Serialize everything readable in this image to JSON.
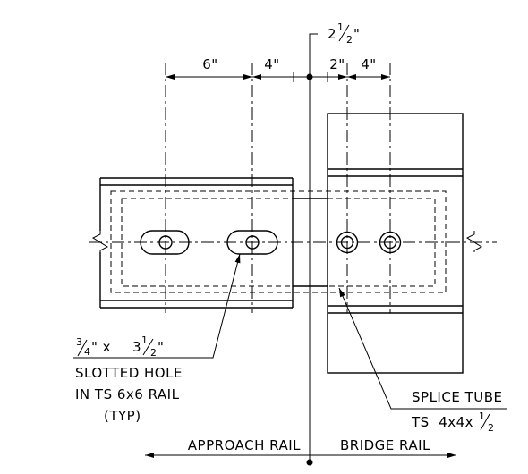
{
  "dimensions": {
    "top_offset": {
      "whole": "2",
      "frac_num": "1",
      "frac_den": "2",
      "unit": "\""
    },
    "slot_spacing_a": "6\"",
    "slot_spacing_b": "4\"",
    "hole_spacing_a": "2\"",
    "hole_spacing_b": "4\""
  },
  "slot_callout": {
    "size_line": {
      "w_num": "3",
      "w_den": "4",
      "sep": "\" x ",
      "len_whole": "3",
      "len_num": "1",
      "len_den": "2",
      "unit": "\""
    },
    "line2": "SLOTTED HOLE",
    "line3": "IN TS 6x6 RAIL",
    "line4": "(TYP)"
  },
  "splice_callout": {
    "line1": "SPLICE TUBE",
    "line2_prefix": "TS  4x4x",
    "frac_num": "1",
    "frac_den": "2"
  },
  "bottom_labels": {
    "left": "APPROACH RAIL",
    "right": "BRIDGE RAIL"
  }
}
